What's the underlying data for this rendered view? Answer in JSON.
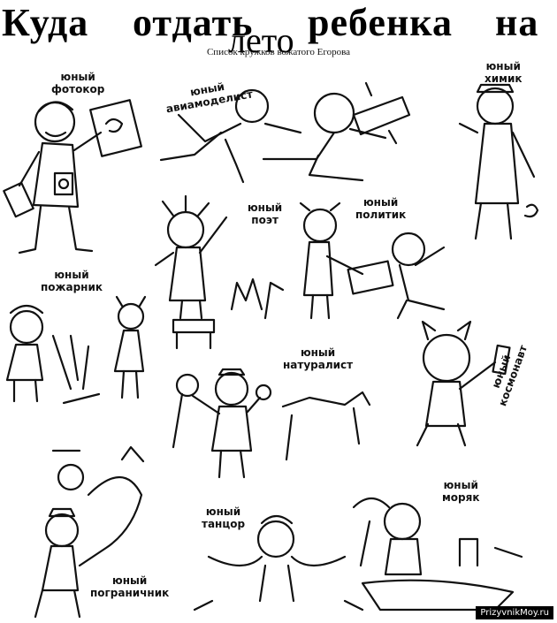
{
  "header": {
    "title_words": [
      "Куда",
      "отдать",
      "ребенка",
      "на"
    ],
    "title_word2": "лето",
    "subtitle": "Список кружков вожатого Егорова"
  },
  "figures": [
    {
      "id": "photo",
      "line1": "юный",
      "line2": "фотокор"
    },
    {
      "id": "aviamodel",
      "line1": "юный",
      "line2": "авиамоделист"
    },
    {
      "id": "chemist",
      "line1": "юный",
      "line2": "химик"
    },
    {
      "id": "poet",
      "line1": "юный",
      "line2": "поэт"
    },
    {
      "id": "politician",
      "line1": "юный",
      "line2": "политик"
    },
    {
      "id": "fireman",
      "line1": "юный",
      "line2": "пожарник"
    },
    {
      "id": "naturalist",
      "line1": "юный",
      "line2": "натуралист"
    },
    {
      "id": "cosmonaut",
      "line1": "юный",
      "line2": "космонавт"
    },
    {
      "id": "border",
      "line1": "юный",
      "line2": "пограничник"
    },
    {
      "id": "dancer",
      "line1": "юный",
      "line2": "танцор"
    },
    {
      "id": "sailor",
      "line1": "юный",
      "line2": "моряк"
    }
  ],
  "watermark": "PrizyvnikMoy.ru",
  "colors": {
    "ink": "#111111",
    "paper": "#ffffff"
  }
}
